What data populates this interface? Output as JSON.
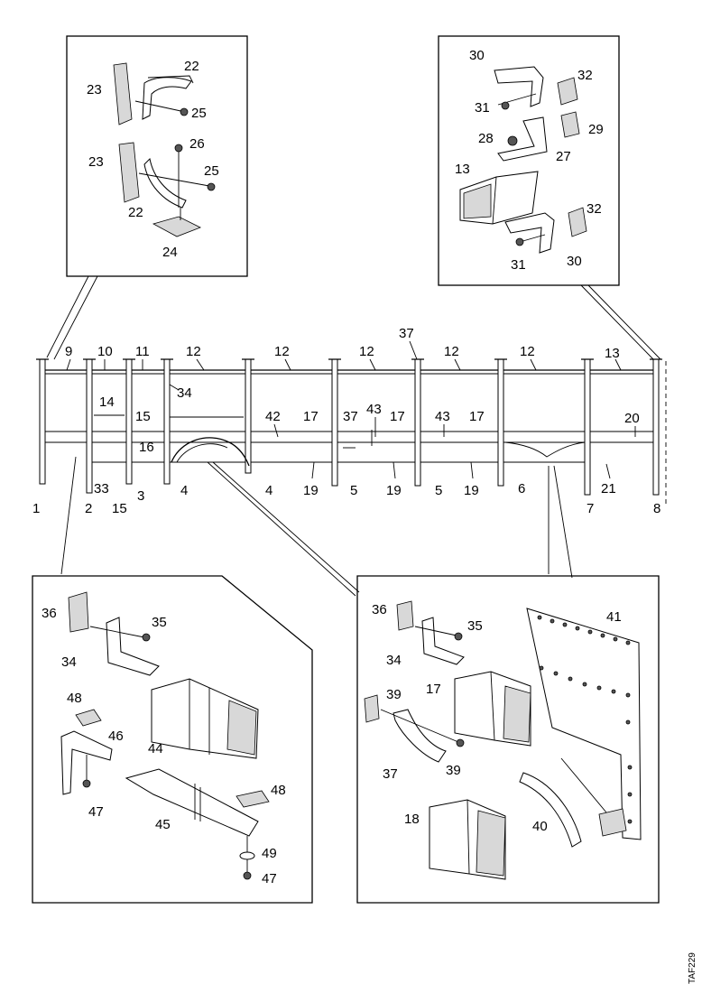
{
  "diagram": {
    "labels": [
      {
        "id": "callout-22-top",
        "text": "22"
      },
      {
        "id": "callout-23-top",
        "text": "23"
      },
      {
        "id": "callout-25-top",
        "text": "25"
      },
      {
        "id": "callout-26",
        "text": "26"
      },
      {
        "id": "callout-23-mid",
        "text": "23"
      },
      {
        "id": "callout-25-mid",
        "text": "25"
      },
      {
        "id": "callout-22-mid",
        "text": "22"
      },
      {
        "id": "callout-24",
        "text": "24"
      },
      {
        "id": "callout-30-top",
        "text": "30"
      },
      {
        "id": "callout-32-top",
        "text": "32"
      },
      {
        "id": "callout-31-top",
        "text": "31"
      },
      {
        "id": "callout-29",
        "text": "29"
      },
      {
        "id": "callout-28",
        "text": "28"
      },
      {
        "id": "callout-27",
        "text": "27"
      },
      {
        "id": "callout-13-inset",
        "text": "13"
      },
      {
        "id": "callout-32-bot",
        "text": "32"
      },
      {
        "id": "callout-31-bot",
        "text": "31"
      },
      {
        "id": "callout-30-bot",
        "text": "30"
      },
      {
        "id": "callout-9",
        "text": "9"
      },
      {
        "id": "callout-10",
        "text": "10"
      },
      {
        "id": "callout-11",
        "text": "11"
      },
      {
        "id": "callout-12-a",
        "text": "12"
      },
      {
        "id": "callout-12-b",
        "text": "12"
      },
      {
        "id": "callout-12-c",
        "text": "12"
      },
      {
        "id": "callout-37-top",
        "text": "37"
      },
      {
        "id": "callout-12-d",
        "text": "12"
      },
      {
        "id": "callout-12-e",
        "text": "12"
      },
      {
        "id": "callout-13-main",
        "text": "13"
      },
      {
        "id": "callout-34-main",
        "text": "34"
      },
      {
        "id": "callout-14",
        "text": "14"
      },
      {
        "id": "callout-15-a",
        "text": "15"
      },
      {
        "id": "callout-16",
        "text": "16"
      },
      {
        "id": "callout-42",
        "text": "42"
      },
      {
        "id": "callout-17-a",
        "text": "17"
      },
      {
        "id": "callout-37-mid",
        "text": "37"
      },
      {
        "id": "callout-43-a",
        "text": "43"
      },
      {
        "id": "callout-17-b",
        "text": "17"
      },
      {
        "id": "callout-43-b",
        "text": "43"
      },
      {
        "id": "callout-17-c",
        "text": "17"
      },
      {
        "id": "callout-20",
        "text": "20"
      },
      {
        "id": "callout-1",
        "text": "1"
      },
      {
        "id": "callout-2",
        "text": "2"
      },
      {
        "id": "callout-33",
        "text": "33"
      },
      {
        "id": "callout-15-b",
        "text": "15"
      },
      {
        "id": "callout-3",
        "text": "3"
      },
      {
        "id": "callout-4-a",
        "text": "4"
      },
      {
        "id": "callout-4-b",
        "text": "4"
      },
      {
        "id": "callout-19-a",
        "text": "19"
      },
      {
        "id": "callout-5-a",
        "text": "5"
      },
      {
        "id": "callout-19-b",
        "text": "19"
      },
      {
        "id": "callout-5-b",
        "text": "5"
      },
      {
        "id": "callout-19-c",
        "text": "19"
      },
      {
        "id": "callout-6",
        "text": "6"
      },
      {
        "id": "callout-21",
        "text": "21"
      },
      {
        "id": "callout-7",
        "text": "7"
      },
      {
        "id": "callout-8",
        "text": "8"
      },
      {
        "id": "callout-36-left",
        "text": "36"
      },
      {
        "id": "callout-35-left",
        "text": "35"
      },
      {
        "id": "callout-34-left",
        "text": "34"
      },
      {
        "id": "callout-48-a",
        "text": "48"
      },
      {
        "id": "callout-46",
        "text": "46"
      },
      {
        "id": "callout-44",
        "text": "44"
      },
      {
        "id": "callout-47-a",
        "text": "47"
      },
      {
        "id": "callout-45",
        "text": "45"
      },
      {
        "id": "callout-48-b",
        "text": "48"
      },
      {
        "id": "callout-49",
        "text": "49"
      },
      {
        "id": "callout-47-b",
        "text": "47"
      },
      {
        "id": "callout-36-right",
        "text": "36"
      },
      {
        "id": "callout-35-right",
        "text": "35"
      },
      {
        "id": "callout-41",
        "text": "41"
      },
      {
        "id": "callout-34-right",
        "text": "34"
      },
      {
        "id": "callout-39-a",
        "text": "39"
      },
      {
        "id": "callout-17-right",
        "text": "17"
      },
      {
        "id": "callout-37-right",
        "text": "37"
      },
      {
        "id": "callout-39-b",
        "text": "39"
      },
      {
        "id": "callout-18",
        "text": "18"
      },
      {
        "id": "callout-40",
        "text": "40"
      }
    ],
    "figure_code": "TAF229"
  }
}
